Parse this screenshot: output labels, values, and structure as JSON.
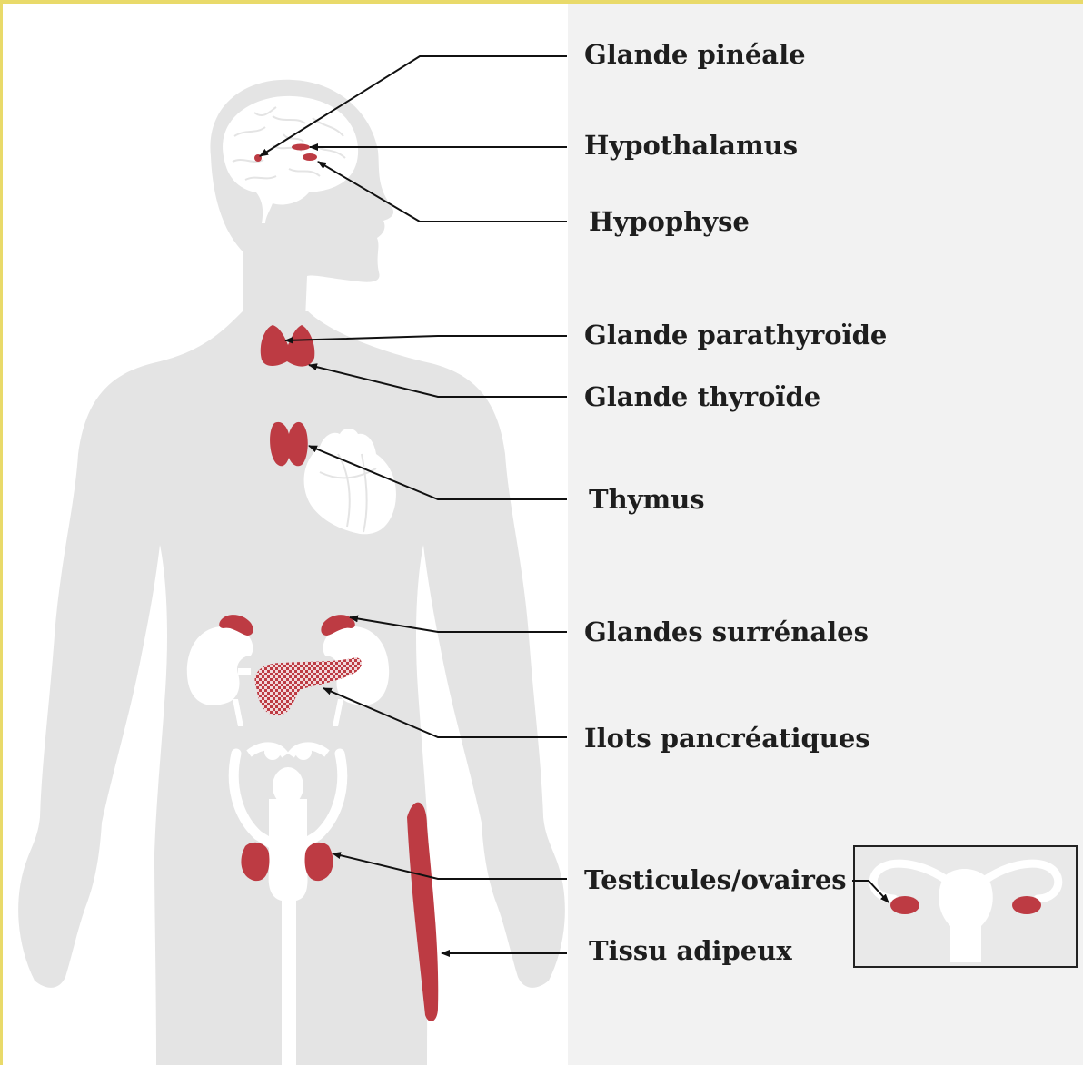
{
  "colors": {
    "frame": "#e9da6a",
    "panel": "#f2f2f2",
    "body": "#e4e4e4",
    "organ_outline": "#ffffff",
    "gland": "#bd3b43",
    "line": "#111111"
  },
  "labels": {
    "pineal": "Glande pinéale",
    "hypothalamus": "Hypothalamus",
    "hypophysis": "Hypophyse",
    "parathyroid": "Glande parathyroïde",
    "thyroid": "Glande thyroïde",
    "thymus": "Thymus",
    "adrenal": "Glandes surrénales",
    "pancreatic": "Ilots pancréatiques",
    "gonads": "Testicules/ovaires",
    "adipose": "Tissu adipeux"
  },
  "icons": {
    "body": "human-silhouette",
    "brain": "brain-outline",
    "heart": "heart-outline",
    "kidneys": "kidney-outline",
    "reproductive": "male-reproductive-outline",
    "ovary_inset": "uterus-ovaries-inset"
  }
}
